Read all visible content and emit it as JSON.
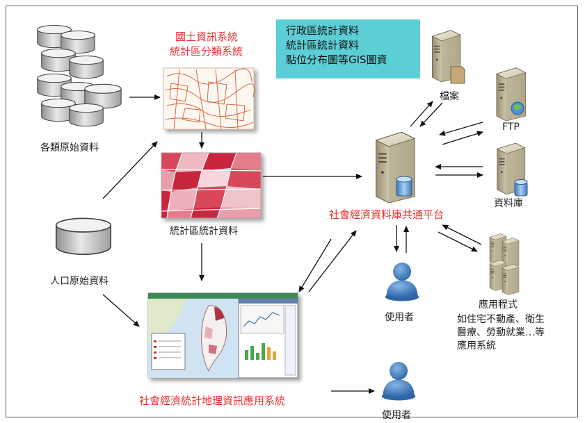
{
  "labels": {
    "raw_data": "各類原始資料",
    "population_raw": "人口原始資料",
    "land_system_line1": "國土資訊系統",
    "land_system_line2": "統計區分類系統",
    "stat_area_data": "統計區統計資料",
    "platform": "社會經濟資料庫共通平台",
    "gis_app": "社會經濟統計地理資訊應用系統",
    "archive": "檔案",
    "ftp": "FTP",
    "database": "資料庫",
    "app_program": "應用程式",
    "user_1": "使用者",
    "user_2": "使用者"
  },
  "info_box": [
    "行政區統計資料",
    "統計區統計資料",
    "點位分布圖等GIS圖資"
  ],
  "app_note": [
    "如住宅不動產、衛生",
    "醫療、勞動就業…等",
    "應用系統"
  ],
  "colors": {
    "red_label": "#e8312f",
    "info_bg": "#5ccfd6",
    "user_blue": "#4d86c6"
  }
}
